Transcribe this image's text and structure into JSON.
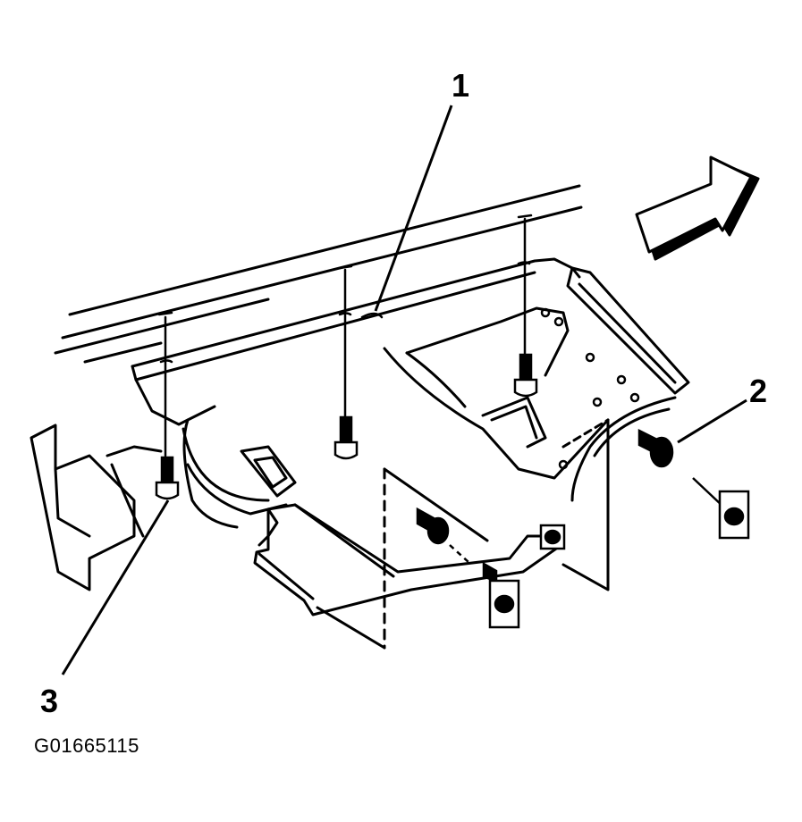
{
  "callouts": [
    {
      "id": "1",
      "label": "1"
    },
    {
      "id": "2",
      "label": "2"
    },
    {
      "id": "3",
      "label": "3"
    }
  ],
  "figure_id": "G01665115",
  "colors": {
    "ink": "#000000",
    "paper": "#ffffff"
  },
  "icons": [
    "direction-arrow-icon",
    "bolt-icon",
    "push-pin-retainer-icon"
  ]
}
